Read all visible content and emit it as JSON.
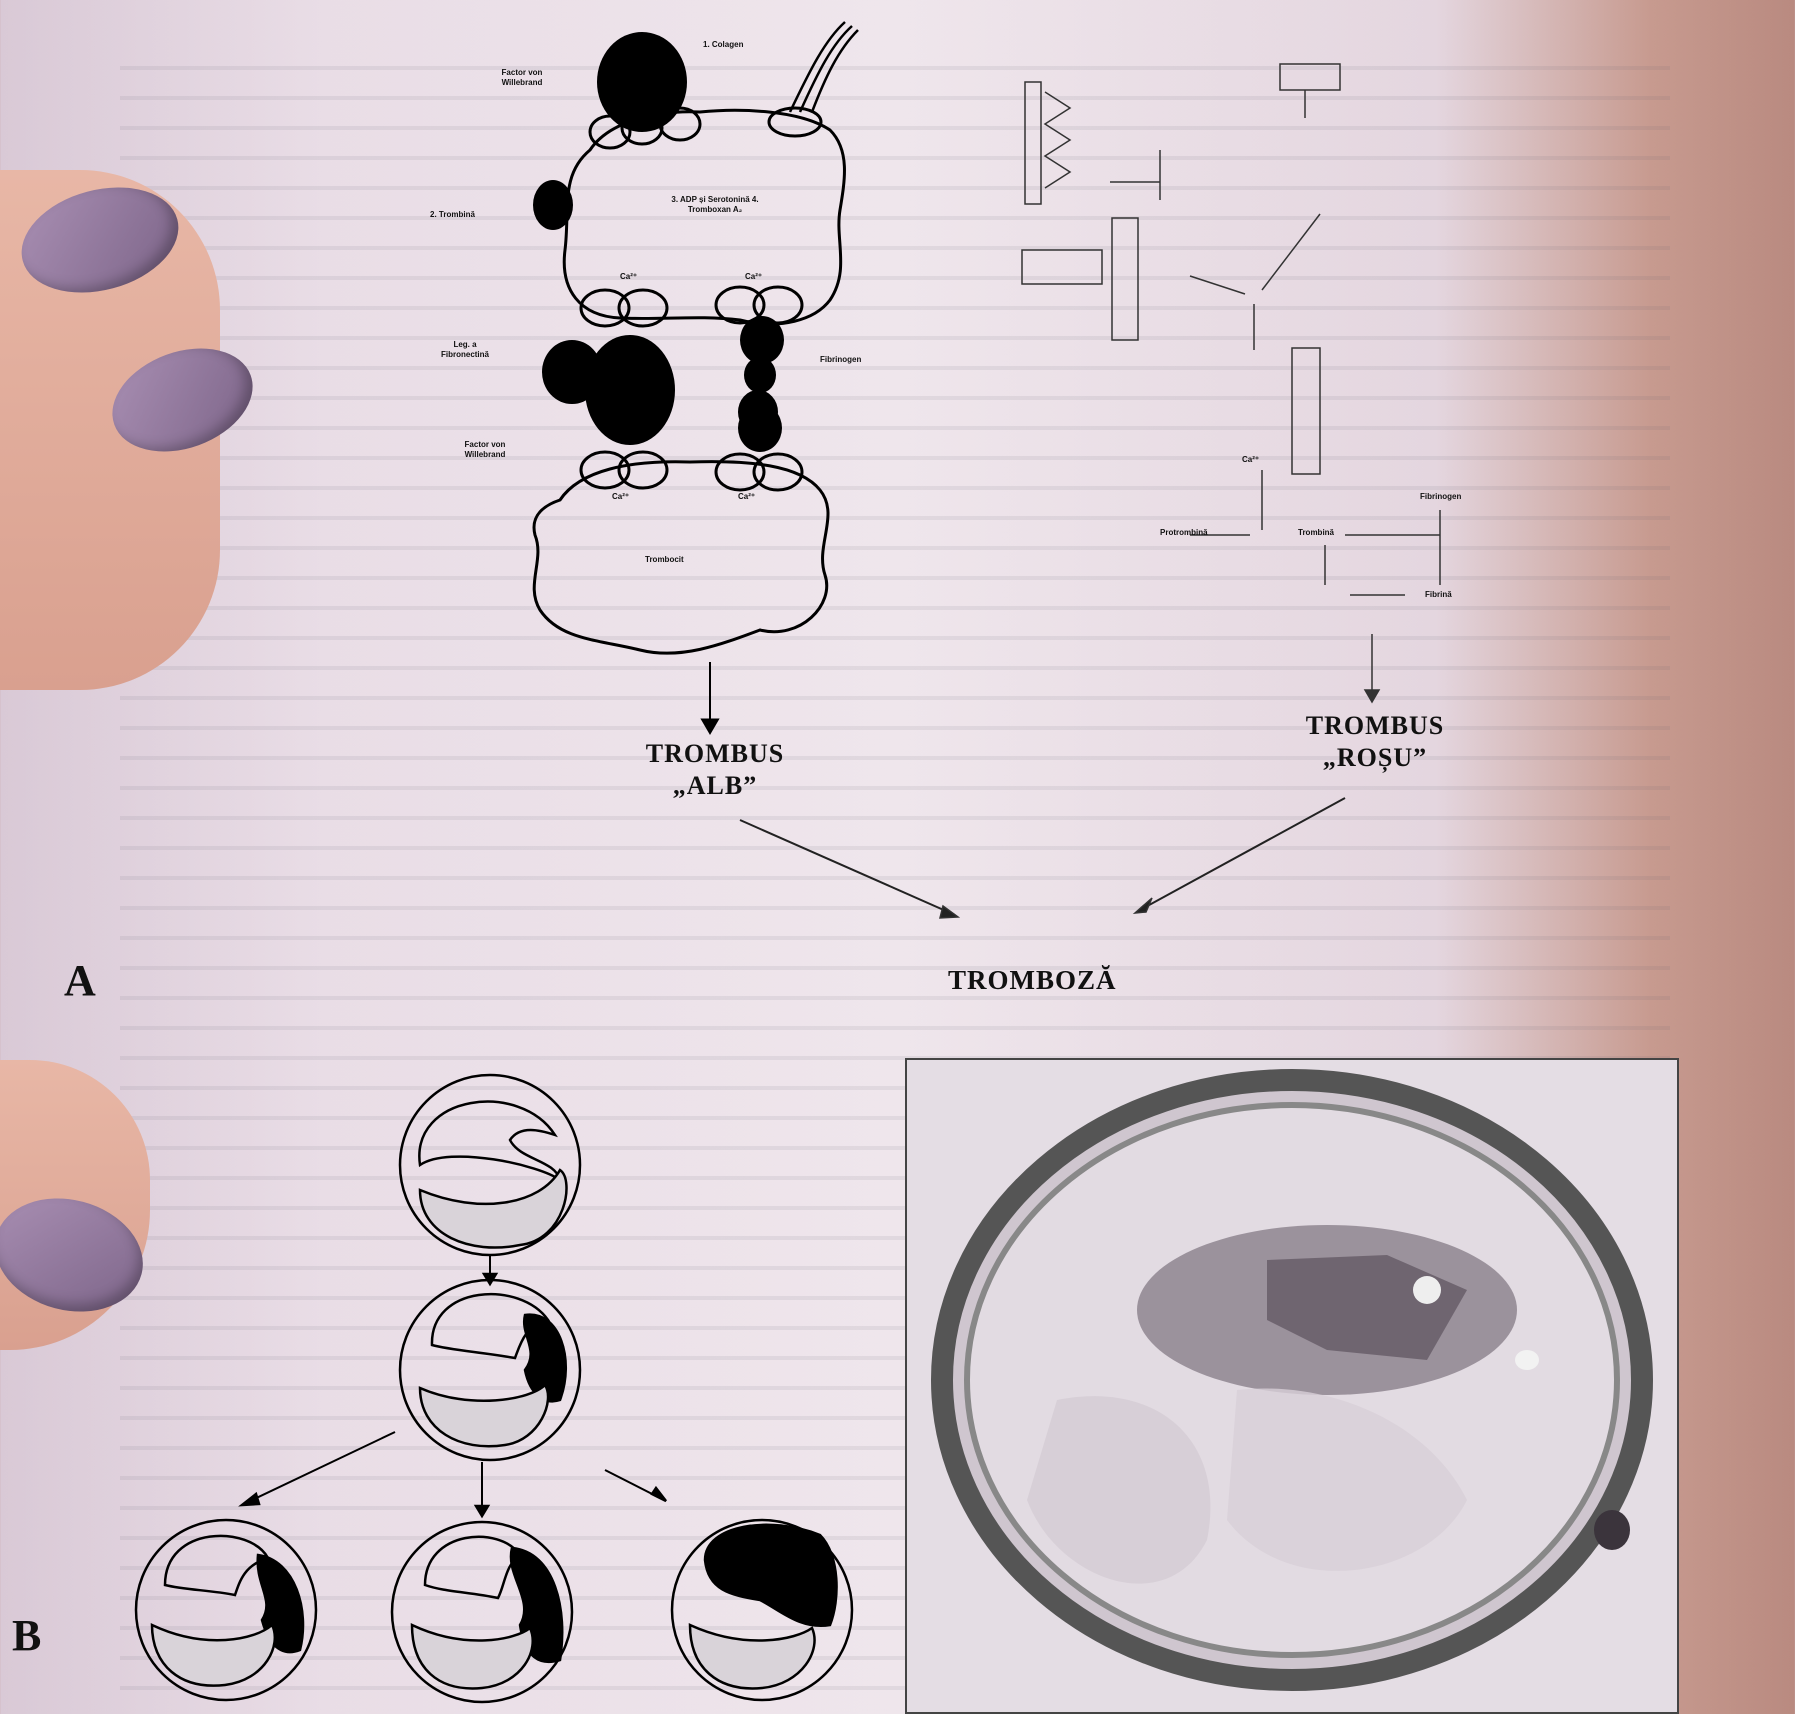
{
  "figure": {
    "panel_a_label": "A",
    "panel_b_label": "B",
    "white_thrombus_label": "TROMBUS\n„ALB”",
    "red_thrombus_label": "TROMBUS\n„ROȘU”",
    "thrombosis_label": "TROMBOZĂ"
  },
  "platelet_diagram": {
    "labels": {
      "collagen": "1. Colagen",
      "von_willebrand_top": "Factor von Willebrand",
      "thrombin": "2. Trombină",
      "adp_serotonin": "3. ADP și Serotonină 4. Tromboxan A₂",
      "fibrinogen": "Fibrinogen",
      "fibronectin": "Leg. a Fibronectină",
      "von_willebrand_bottom": "Factor von Willebrand",
      "thrombocyte": "Trombocit",
      "calcium": "Ca²⁺"
    }
  },
  "coagulation_cascade": {
    "thrombin_label": "Trombină",
    "fibrin_label": "Fibrină",
    "fibrinogen_label": "Fibrinogen",
    "prothrombin_label": "Protrombină",
    "calcium_label": "Ca²⁺"
  }
}
